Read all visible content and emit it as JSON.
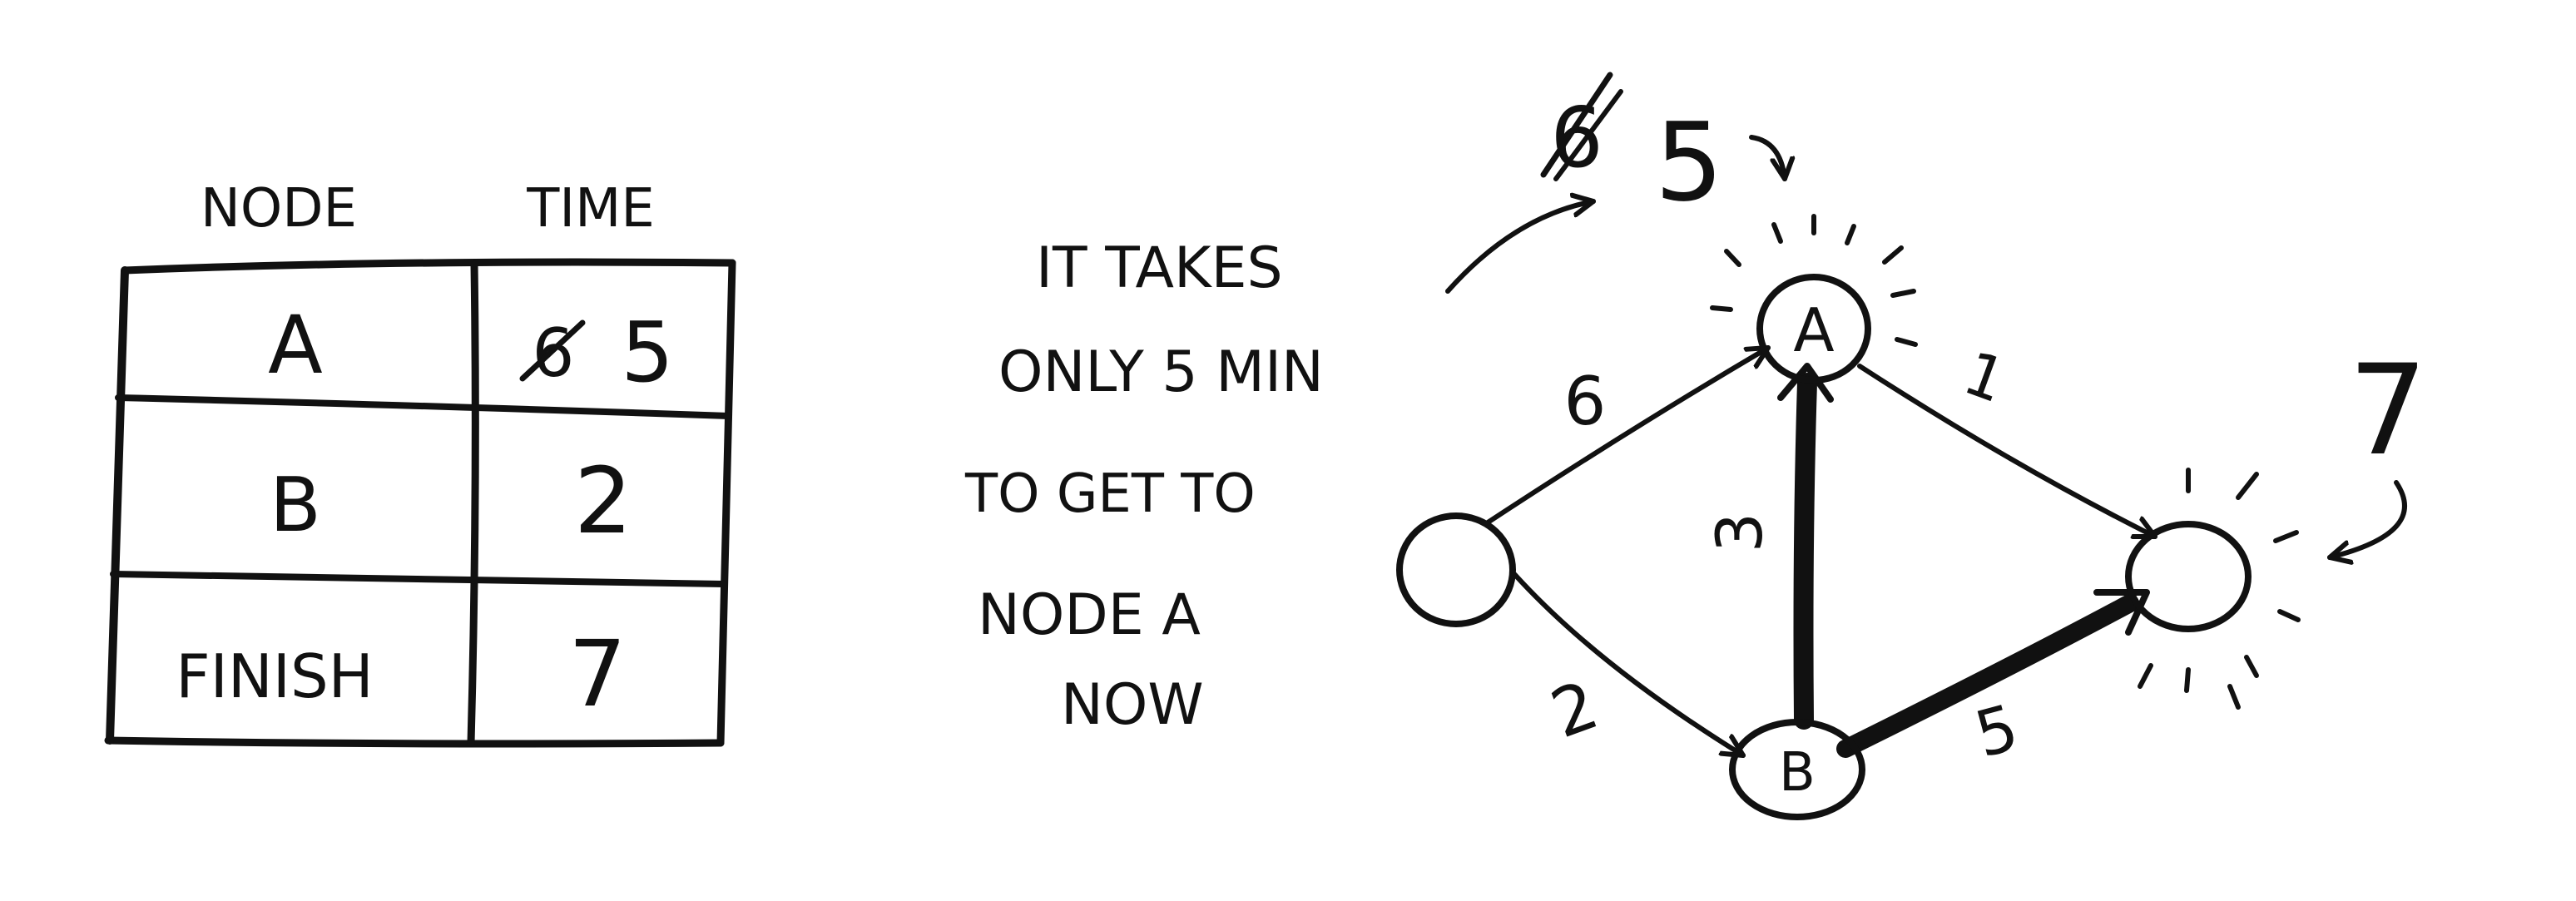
{
  "table": {
    "headers": [
      "NODE",
      "TIME"
    ],
    "rows": [
      {
        "node": "A",
        "old_time": "6",
        "time": "5"
      },
      {
        "node": "B",
        "time": "2"
      },
      {
        "node": "FINISH",
        "time": "7"
      }
    ]
  },
  "annotation": {
    "lines": [
      "IT TAKES",
      "ONLY 5 MIN",
      "TO GET TO",
      "NODE A",
      "NOW"
    ]
  },
  "graph": {
    "nodes": [
      {
        "id": "start",
        "label": ""
      },
      {
        "id": "A",
        "label": "A"
      },
      {
        "id": "B",
        "label": "B"
      },
      {
        "id": "finish",
        "label": ""
      }
    ],
    "edges": [
      {
        "from": "start",
        "to": "A",
        "weight": "6",
        "highlighted": false
      },
      {
        "from": "start",
        "to": "B",
        "weight": "2",
        "highlighted": false
      },
      {
        "from": "B",
        "to": "A",
        "weight": "3",
        "highlighted": true
      },
      {
        "from": "A",
        "to": "finish",
        "weight": "1",
        "highlighted": false
      },
      {
        "from": "B",
        "to": "finish",
        "weight": "5",
        "highlighted": true
      }
    ],
    "a_cost": {
      "old": "6",
      "new": "5"
    },
    "finish_cost": "7"
  },
  "colors": {
    "ink": "#111111",
    "paper": "#ffffff"
  }
}
